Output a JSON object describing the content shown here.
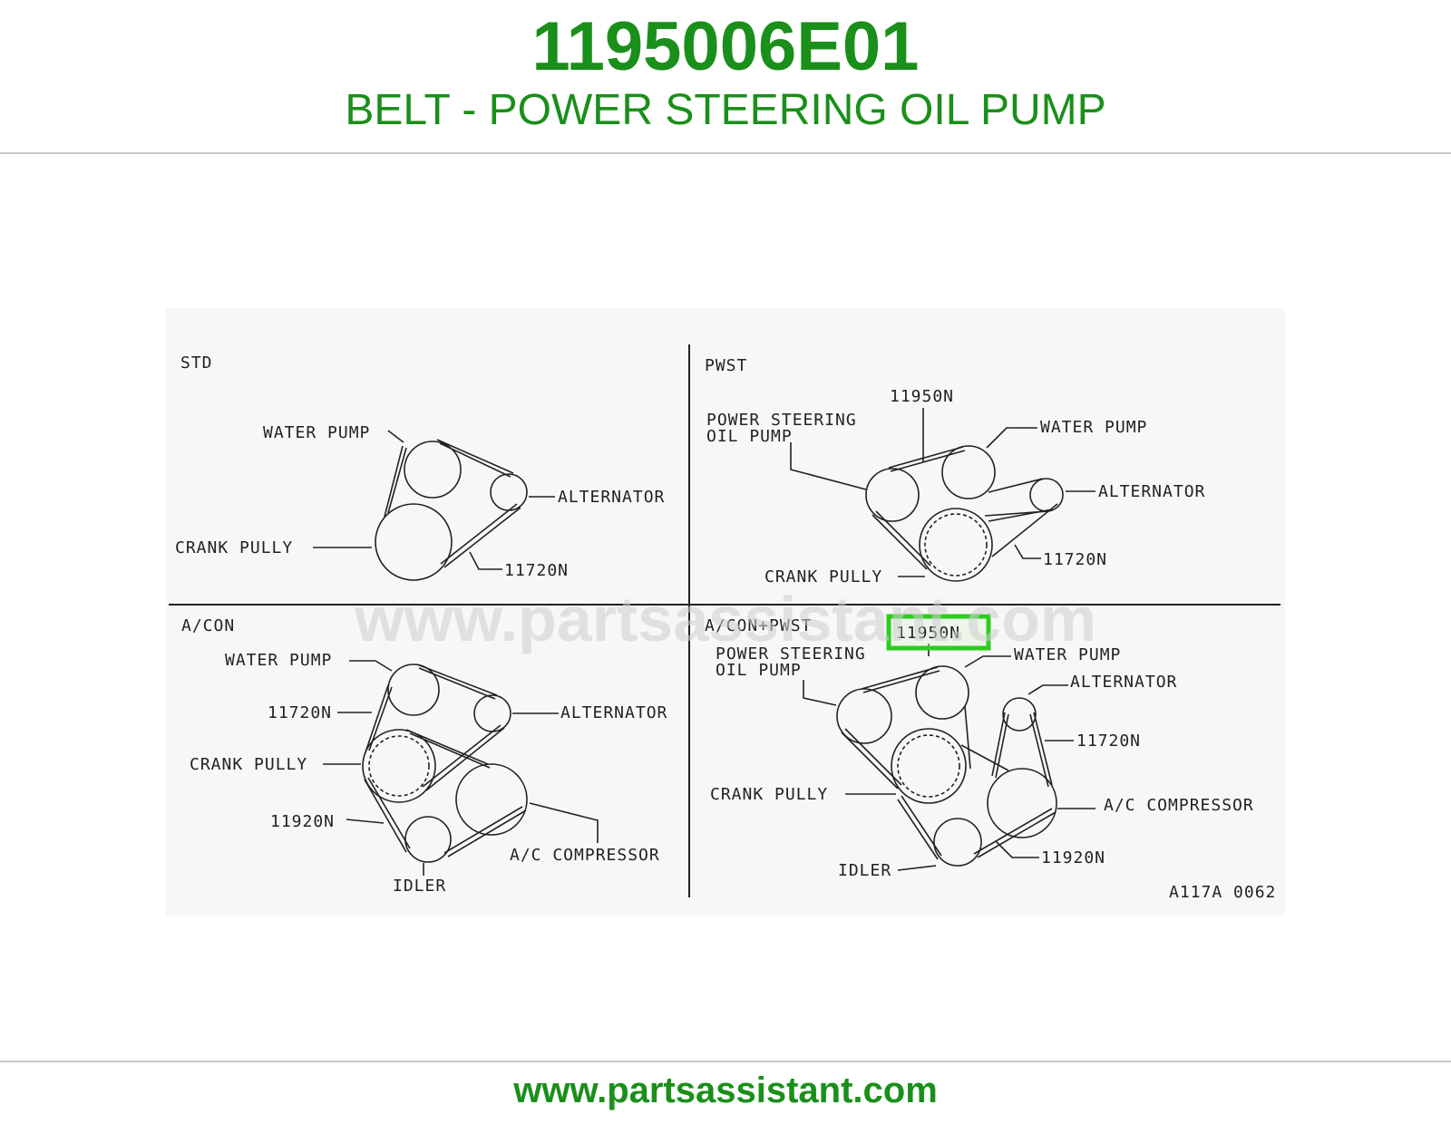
{
  "header": {
    "part_number": "1195006E01",
    "part_name": "BELT - POWER STEERING OIL PUMP"
  },
  "footer": {
    "site": "www.partsassistant.com"
  },
  "watermark": "www.partsassistant.com",
  "colors": {
    "brand_green": "#1a8f1a",
    "highlight_green": "#2ecc1f"
  },
  "diagram": {
    "code": "A117A 0062",
    "std": {
      "title": "STD",
      "water_pump": "WATER PUMP",
      "alternator": "ALTERNATOR",
      "crank_pulley": "CRANK PULLY",
      "belt": "11720N"
    },
    "pwst": {
      "title": "PWST",
      "belt_ps": "11950N",
      "ps_pump_1": "POWER STEERING",
      "ps_pump_2": "OIL PUMP",
      "water_pump": "WATER PUMP",
      "alternator": "ALTERNATOR",
      "belt": "11720N",
      "crank_pulley": "CRANK PULLY"
    },
    "acon": {
      "title": "A/CON",
      "water_pump": "WATER PUMP",
      "belt": "11720N",
      "alternator": "ALTERNATOR",
      "crank_pulley": "CRANK PULLY",
      "belt_ac": "11920N",
      "ac_compressor": "A/C COMPRESSOR",
      "idler": "IDLER"
    },
    "acon_pwst": {
      "title": "A/CON+PWST",
      "belt_ps": "11950N",
      "ps_pump_1": "POWER STEERING",
      "ps_pump_2": "OIL PUMP",
      "water_pump": "WATER PUMP",
      "alternator": "ALTERNATOR",
      "belt": "11720N",
      "crank_pulley": "CRANK PULLY",
      "ac_compressor": "A/C COMPRESSOR",
      "belt_ac": "11920N",
      "idler": "IDLER"
    }
  }
}
